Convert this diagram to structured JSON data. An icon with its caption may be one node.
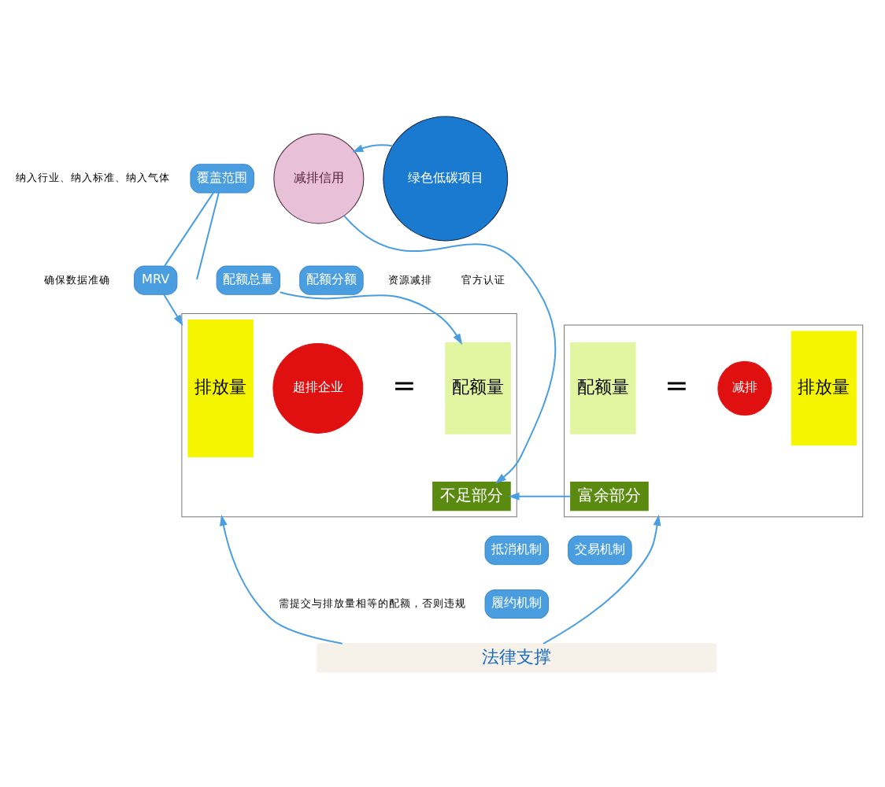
{
  "diagram": {
    "nodes": [
      {
        "text": [
          "覆盖范围"
        ],
        "beside": [
          "纳入行业、纳入标准、纳入气体"
        ]
      },
      {
        "text": [
          "MRV"
        ],
        "beside": [
          "确保数据准确"
        ]
      },
      {
        "text": [
          "配额总量"
        ]
      },
      {
        "text": [
          "配额分额"
        ]
      },
      {
        "text": [
          "减排信用"
        ]
      },
      {
        "text": [
          "绿色低碳项目"
        ]
      },
      {
        "text": [],
        "shape": "box"
      },
      {
        "text": [
          "排放量"
        ],
        "in": 6
      },
      {
        "text": [
          "超排企业"
        ],
        "in": 6
      },
      {
        "text": [
          "配额量"
        ],
        "in": 6
      },
      {
        "text": [
          "不足部分"
        ],
        "in": 6
      },
      {
        "text": [],
        "shape": "box"
      },
      {
        "text": [
          "配额量"
        ],
        "in": 11
      },
      {
        "text": [
          "富余部分"
        ],
        "in": 11
      },
      {
        "text": [
          "减排"
        ],
        "in": 11
      },
      {
        "text": [
          "排放量"
        ],
        "in": 11
      },
      {
        "text": [
          "抵消机制"
        ]
      },
      {
        "text": [
          "交易机制"
        ]
      },
      {
        "text": [
          "履约机制"
        ],
        "beside": [
          "需提交与排放量相等的配额，否则违规"
        ]
      },
      {
        "text": [
          "法律支撑"
        ]
      }
    ],
    "edges": [
      {
        "from": 0,
        "to": 1,
        "arrow": "none"
      },
      {
        "from": 0,
        "to": null,
        "arrow": "none"
      },
      {
        "from": 1,
        "to": 6,
        "arrow": "to"
      },
      {
        "from": 2,
        "to": 9,
        "arrow": "to"
      },
      {
        "from": 5,
        "to": 4,
        "arrow": "to"
      },
      {
        "from": 4,
        "to": 10,
        "arrow": "to"
      },
      {
        "from": 13,
        "to": 10,
        "arrow": "to"
      },
      {
        "from": 19,
        "to": 6,
        "arrow": "to"
      },
      {
        "from": 19,
        "to": 11,
        "arrow": "to"
      }
    ],
    "labels": [
      "资源减排",
      "官方认证",
      "=",
      "="
    ]
  }
}
